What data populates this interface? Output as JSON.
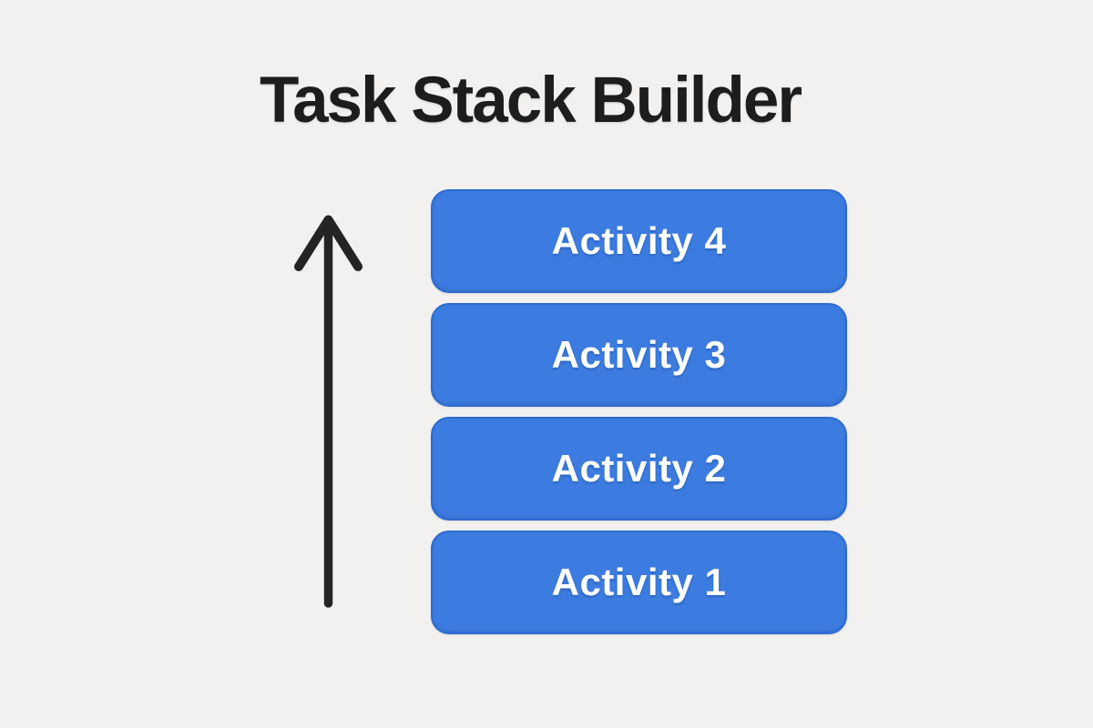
{
  "page": {
    "title": "Task Stack Builder"
  },
  "theme": {
    "background": "#f2f1f0",
    "title_color": "#1d1d1e",
    "arrow_color": "#242424",
    "box_fill": "#3c7ce0",
    "box_border": "#2d6bd0",
    "box_text_color": "#ffffff"
  },
  "arrow": {
    "icon": "up-arrow-icon",
    "direction": "up"
  },
  "stack": {
    "items": [
      {
        "label": "Activity 4"
      },
      {
        "label": "Activity 3"
      },
      {
        "label": "Activity 2"
      },
      {
        "label": "Activity 1"
      }
    ]
  }
}
